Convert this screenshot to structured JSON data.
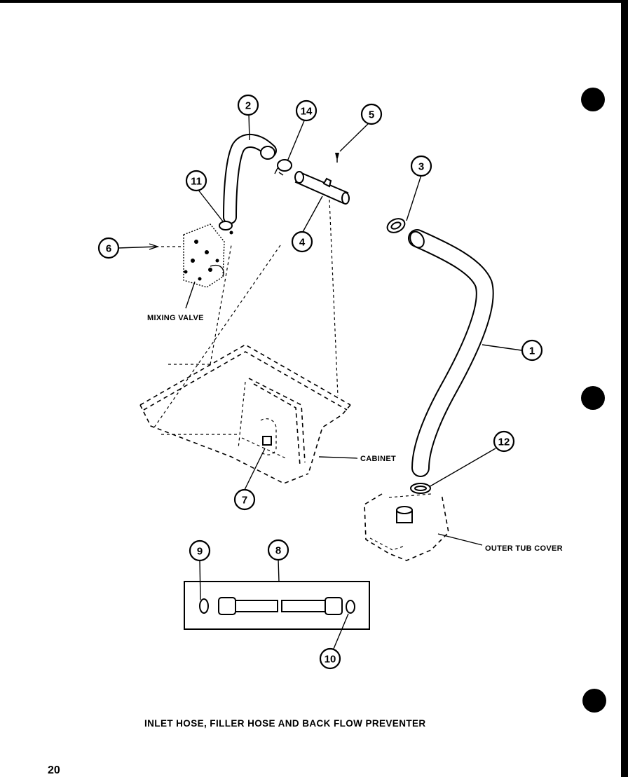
{
  "title": "INLET HOSE, FILLER HOSE AND BACK FLOW PREVENTER",
  "page_number": "20",
  "labels": {
    "mixing_valve": "MIXING VALVE",
    "cabinet": "CABINET",
    "outer_tub_cover": "OUTER TUB COVER"
  },
  "callouts": {
    "c1": "1",
    "c2": "2",
    "c3": "3",
    "c4": "4",
    "c5": "5",
    "c6": "6",
    "c7": "7",
    "c8": "8",
    "c9": "9",
    "c10": "10",
    "c11": "11",
    "c12": "12",
    "c14": "14"
  },
  "colors": {
    "ink": "#000000",
    "paper": "#ffffff"
  }
}
